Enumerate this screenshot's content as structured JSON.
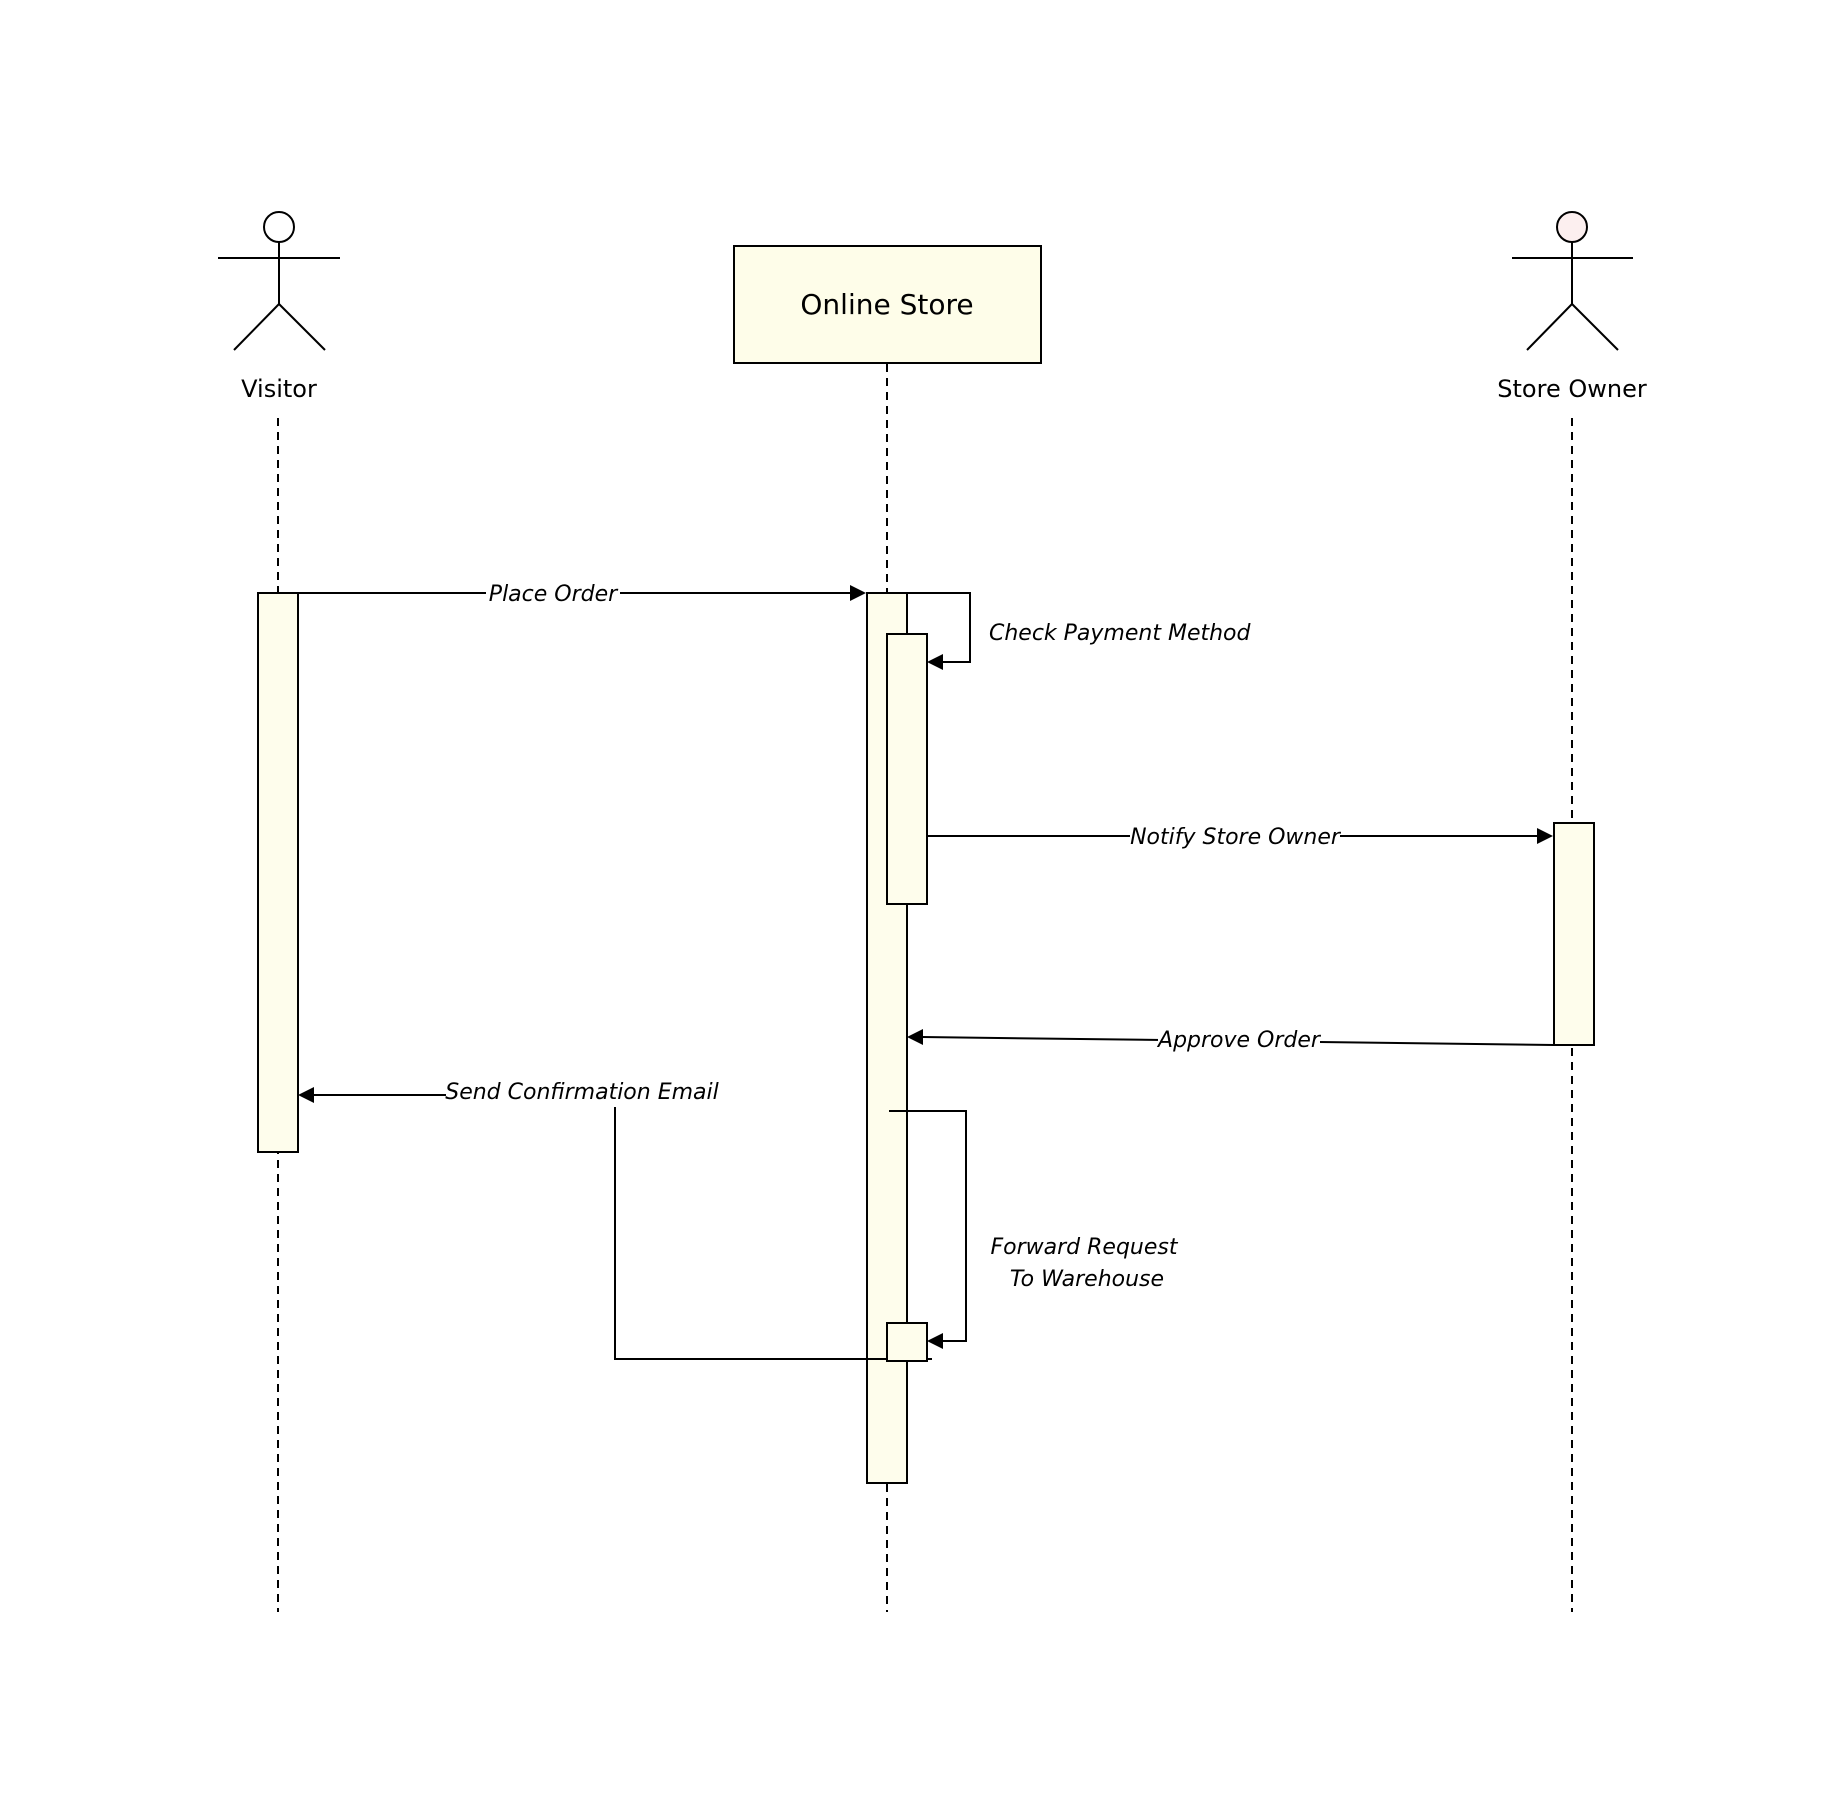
{
  "colors": {
    "activation_fill": "#FEFDEC",
    "participant_fill": "#FEFDE9",
    "store_owner_head_fill": "#FCEFEF",
    "visitor_head_fill": "#FFFFFF",
    "line": "#000000",
    "background": "#FFFFFF"
  },
  "participants": {
    "visitor": {
      "label": "Visitor",
      "kind": "actor"
    },
    "online_store": {
      "label": "Online Store",
      "kind": "object"
    },
    "store_owner": {
      "label": "Store Owner",
      "kind": "actor"
    }
  },
  "messages": {
    "place_order": {
      "label": "Place Order",
      "from": "Visitor",
      "to": "Online Store"
    },
    "check_payment": {
      "label": "Check Payment Method",
      "from": "Online Store",
      "to": "Online Store"
    },
    "notify_owner": {
      "label": "Notify Store Owner",
      "from": "Online Store",
      "to": "Store Owner"
    },
    "approve_order": {
      "label": "Approve Order",
      "from": "Store Owner",
      "to": "Online Store"
    },
    "send_email": {
      "label": "Send Confirmation Email",
      "from": "Online Store",
      "to": "Visitor"
    },
    "forward_request": {
      "label_line1": "Forward Request",
      "label_line2": "To Warehouse",
      "from": "Online Store",
      "to": "Online Store"
    }
  }
}
